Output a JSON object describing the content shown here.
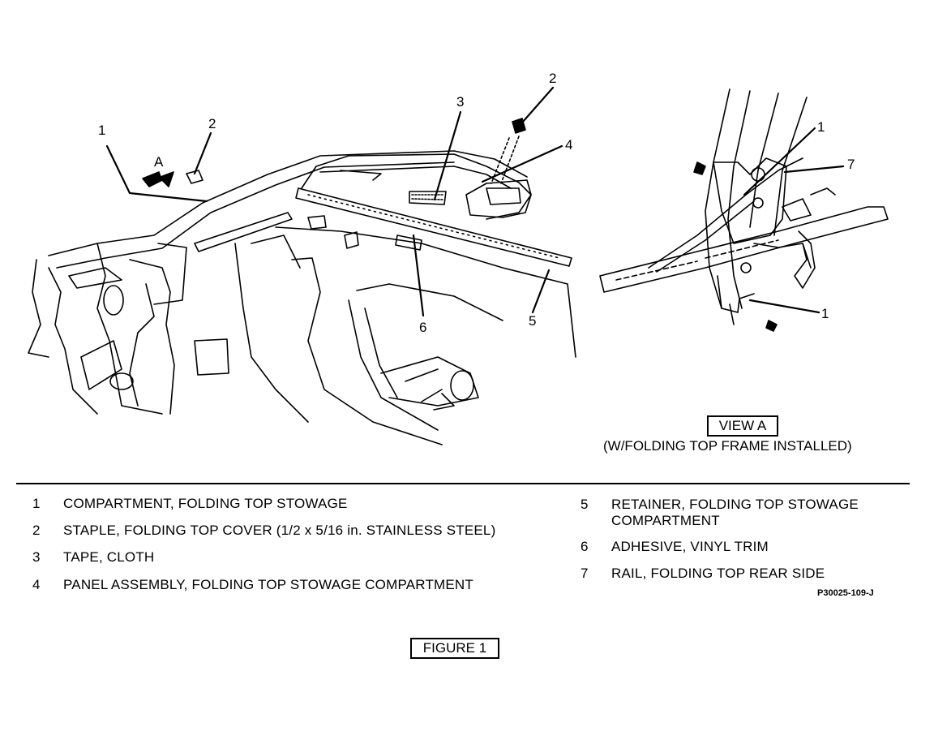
{
  "main_view": {
    "callouts": [
      "1",
      "2",
      "3",
      "2",
      "4",
      "6",
      "5"
    ],
    "view_arrow_label": "A"
  },
  "detail_view": {
    "callouts": [
      "1",
      "7",
      "1"
    ],
    "title": "VIEW A",
    "caption": "(W/FOLDING TOP FRAME INSTALLED)"
  },
  "legend": {
    "left": [
      {
        "num": "1",
        "text": "COMPARTMENT, FOLDING TOP STOWAGE"
      },
      {
        "num": "2",
        "text": "STAPLE, FOLDING TOP COVER (1/2  x  5/16 in. STAINLESS STEEL)"
      },
      {
        "num": "3",
        "text": "TAPE, CLOTH"
      },
      {
        "num": "4",
        "text": "PANEL ASSEMBLY, FOLDING TOP STOWAGE COMPARTMENT"
      }
    ],
    "right": [
      {
        "num": "5",
        "text": "RETAINER, FOLDING TOP STOWAGE\nCOMPARTMENT"
      },
      {
        "num": "6",
        "text": "ADHESIVE, VINYL TRIM"
      },
      {
        "num": "7",
        "text": "RAIL, FOLDING TOP REAR SIDE"
      }
    ]
  },
  "part_code": "P30025-109-J",
  "figure_label": "FIGURE 1"
}
